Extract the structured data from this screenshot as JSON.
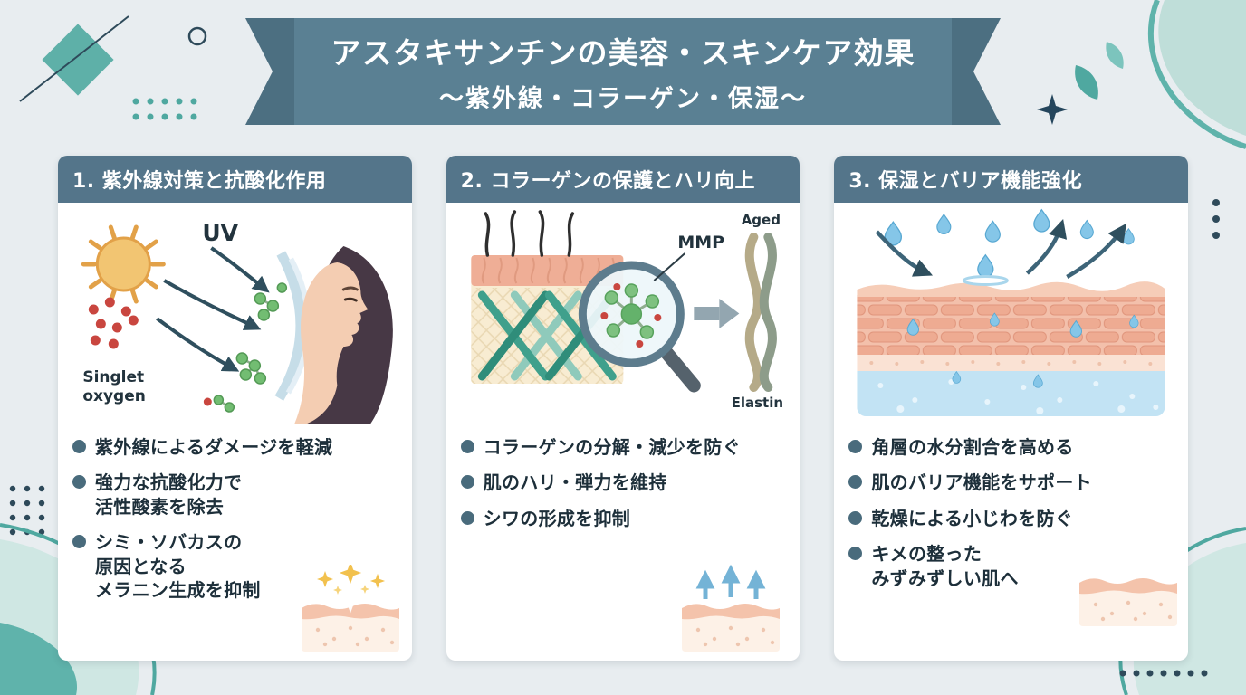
{
  "banner": {
    "title": "アスタキサンチンの美容・スキンケア効果",
    "subtitle": "〜紫外線・コラーゲン・保湿〜"
  },
  "cards": [
    {
      "heading": "1. 紫外線対策と抗酸化作用",
      "labels": {
        "uv": "UV",
        "singlet_line1": "Singlet",
        "singlet_line2": "oxygen"
      },
      "bullets": [
        "紫外線によるダメージを軽減",
        "強力な抗酸化力で\n活性酸素を除去",
        "シミ・ソバカスの\n原因となる\nメラニン生成を抑制"
      ]
    },
    {
      "heading": "2. コラーゲンの保護とハリ向上",
      "labels": {
        "mmp": "MMP",
        "aged": "Aged",
        "elastin": "Elastin"
      },
      "bullets": [
        "コラーゲンの分解・減少を防ぐ",
        "肌のハリ・弾力を維持",
        "シワの形成を抑制"
      ]
    },
    {
      "heading": "3. 保湿とバリア機能強化",
      "labels": {},
      "bullets": [
        "角層の水分割合を高める",
        "肌のバリア機能をサポート",
        "乾燥による小じわを防ぐ",
        "キメの整った\nみずみずしい肌へ"
      ]
    }
  ],
  "palette": {
    "accent_teal": "#4fa8a0",
    "slate_header": "#54758a",
    "ribbon": "#5a8093",
    "navy": "#2e4a5a",
    "text": "#1d2f3a"
  }
}
